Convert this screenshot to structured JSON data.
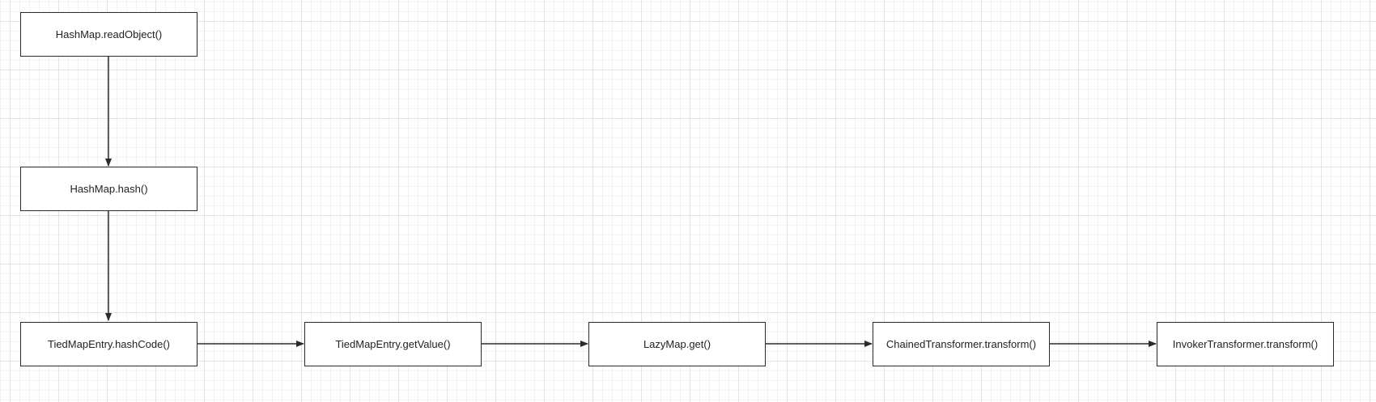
{
  "diagram": {
    "nodes": [
      {
        "id": "hashmap-readobject",
        "label": "HashMap.readObject()"
      },
      {
        "id": "hashmap-hash",
        "label": "HashMap.hash()"
      },
      {
        "id": "tiedmapentry-hashcode",
        "label": "TiedMapEntry.hashCode()"
      },
      {
        "id": "tiedmapentry-getvalue",
        "label": "TiedMapEntry.getValue()"
      },
      {
        "id": "lazymap-get",
        "label": "LazyMap.get()"
      },
      {
        "id": "chainedtransformer-transform",
        "label": "ChainedTransformer.transform()"
      },
      {
        "id": "invokertransformer-transform",
        "label": "InvokerTransformer.transform()"
      }
    ],
    "edges": [
      {
        "from": "hashmap-readobject",
        "to": "hashmap-hash"
      },
      {
        "from": "hashmap-hash",
        "to": "tiedmapentry-hashcode"
      },
      {
        "from": "tiedmapentry-hashcode",
        "to": "tiedmapentry-getvalue"
      },
      {
        "from": "tiedmapentry-getvalue",
        "to": "lazymap-get"
      },
      {
        "from": "lazymap-get",
        "to": "chainedtransformer-transform"
      },
      {
        "from": "chainedtransformer-transform",
        "to": "invokertransformer-transform"
      }
    ]
  }
}
